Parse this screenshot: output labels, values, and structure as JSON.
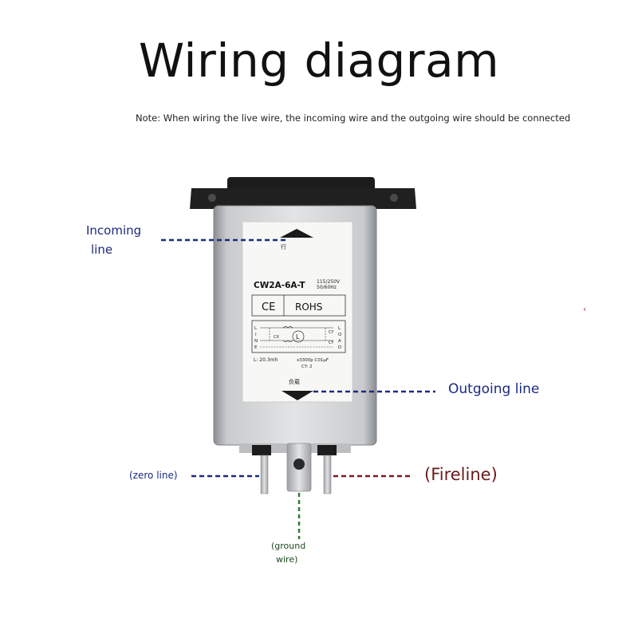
{
  "title": "Wiring diagram",
  "note": "Note: When wiring the live wire, the incoming wire and the outgoing wire should be connected",
  "labels": {
    "incoming_1": "Incoming",
    "incoming_2": "line",
    "outgoing": "Outgoing line",
    "zero": "(zero line)",
    "fire": "(Fireline)",
    "ground_1": "(ground",
    "ground_2": "wire)",
    "stray": "‹"
  },
  "device": {
    "model": "CW2A-6A-T",
    "rating_1": "115/250V",
    "rating_2": "50/60Hz",
    "ce": "CE",
    "rohs": "ROHS",
    "top_char": "行",
    "bottom_char": "负载",
    "inductance": "L: 20.3mh",
    "cap_1": "x3300p C01μF",
    "cap_2": "CY: 2",
    "cx": "CX",
    "cy_top": "CY",
    "cy_bottom": "CY",
    "left_pins": [
      "L",
      "I",
      "N",
      "E"
    ],
    "right_pins": [
      "L",
      "O",
      "A",
      "D"
    ],
    "center_mark": "L"
  },
  "colors": {
    "blue_dash": "#1b2a80",
    "red_dash": "#7a1c1c",
    "green_dash": "#2e7d32"
  }
}
